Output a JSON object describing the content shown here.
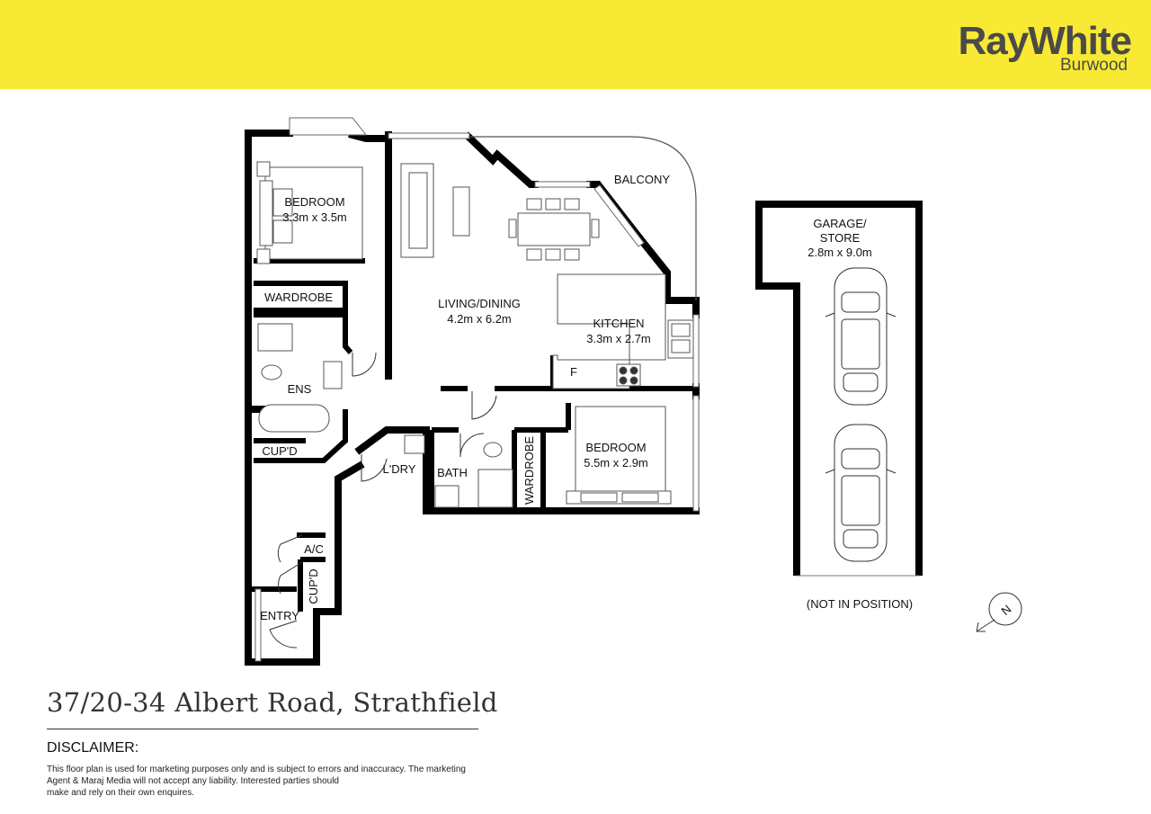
{
  "brand": {
    "name": "RayWhite",
    "name_part1": "Ray",
    "name_part2": "White",
    "office": "Burwood",
    "header_color": "#f7e934",
    "text_color": "#4a4a4a"
  },
  "plan": {
    "rooms": {
      "bedroom1": {
        "name": "BEDROOM",
        "size": "3.3m x 3.5m"
      },
      "wardrobe1": {
        "name": "WARDROBE"
      },
      "living": {
        "name": "LIVING/DINING",
        "size": "4.2m x 6.2m"
      },
      "balcony": {
        "name": "BALCONY"
      },
      "kitchen": {
        "name": "KITCHEN",
        "size": "3.3m x 2.7m"
      },
      "fridge": {
        "name": "F"
      },
      "ensuite": {
        "name": "ENS"
      },
      "cupd1": {
        "name": "CUP'D"
      },
      "laundry": {
        "name": "L'DRY"
      },
      "bath": {
        "name": "BATH"
      },
      "wardrobe2": {
        "name": "WARDROBE"
      },
      "bedroom2": {
        "name": "BEDROOM",
        "size": "5.5m x 2.9m"
      },
      "ac": {
        "name": "A/C"
      },
      "cupd2": {
        "name": "CUP'D"
      },
      "entry": {
        "name": "ENTRY"
      }
    },
    "garage": {
      "name_line1": "GARAGE/",
      "name_line2": "STORE",
      "size": "2.8m x 9.0m",
      "note": "(NOT IN POSITION)"
    },
    "compass": {
      "label": "N"
    }
  },
  "address": "37/20-34 Albert Road, Strathfield",
  "disclaimer": {
    "title": "DISCLAIMER:",
    "line1": "This floor plan is used for marketing purposes only and is subject to errors and inaccuracy. The marketing",
    "line2": "Agent & Maraj Media will not accept any liability. Interested parties should",
    "line3": "make and rely on their own enquires."
  }
}
